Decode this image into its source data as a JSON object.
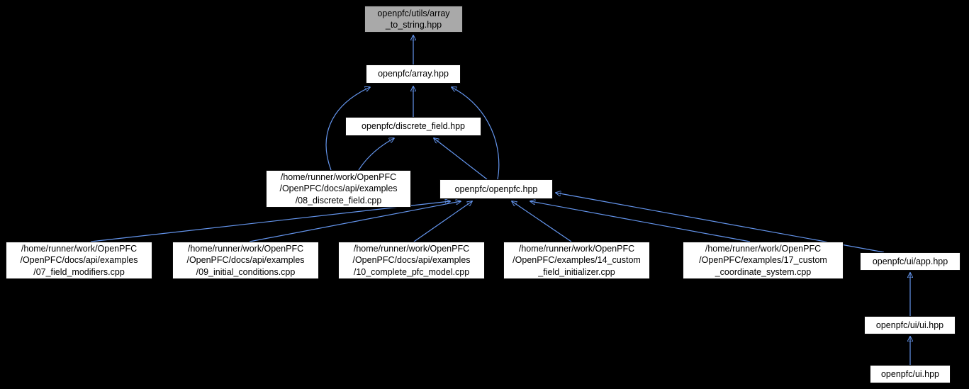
{
  "diagram": {
    "background_color": "#000000",
    "edge_color": "#6495ed",
    "node_fill": "#ffffff",
    "current_node_fill": "#a9a9a9",
    "node_text_color": "#000000"
  },
  "nodes": {
    "array_to_string": {
      "label": "openpfc/utils/array\n_to_string.hpp"
    },
    "array": {
      "label": "openpfc/array.hpp"
    },
    "discrete_field": {
      "label": "openpfc/discrete_field.hpp"
    },
    "ex08": {
      "label": "/home/runner/work/OpenPFC\n/OpenPFC/docs/api/examples\n/08_discrete_field.cpp"
    },
    "openpfc": {
      "label": "openpfc/openpfc.hpp"
    },
    "ex07": {
      "label": "/home/runner/work/OpenPFC\n/OpenPFC/docs/api/examples\n/07_field_modifiers.cpp"
    },
    "ex09": {
      "label": "/home/runner/work/OpenPFC\n/OpenPFC/docs/api/examples\n/09_initial_conditions.cpp"
    },
    "ex10": {
      "label": "/home/runner/work/OpenPFC\n/OpenPFC/docs/api/examples\n/10_complete_pfc_model.cpp"
    },
    "ex14": {
      "label": "/home/runner/work/OpenPFC\n/OpenPFC/examples/14_custom\n_field_initializer.cpp"
    },
    "ex17": {
      "label": "/home/runner/work/OpenPFC\n/OpenPFC/examples/17_custom\n_coordinate_system.cpp"
    },
    "ui_app": {
      "label": "openpfc/ui/app.hpp"
    },
    "ui_ui": {
      "label": "openpfc/ui/ui.hpp"
    },
    "ui": {
      "label": "openpfc/ui.hpp"
    }
  }
}
